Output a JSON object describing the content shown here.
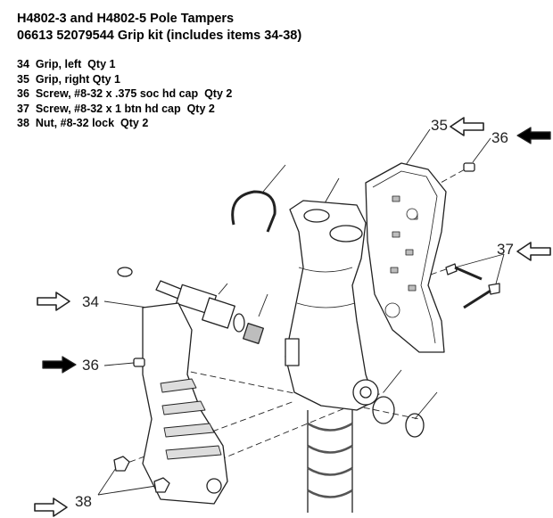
{
  "header": {
    "title": "H4802-3 and H4802-5 Pole Tampers",
    "kit": "06613  52079544 Grip kit (includes items 34-38)"
  },
  "parts": [
    {
      "line": "34  Grip, left  Qty 1"
    },
    {
      "line": "35  Grip, right Qty 1"
    },
    {
      "line": "36  Screw, #8-32 x .375 soc hd cap  Qty 2"
    },
    {
      "line": "37  Screw, #8-32 x 1 btn hd cap  Qty 2"
    },
    {
      "line": "38  Nut, #8-32 lock  Qty 2"
    }
  ],
  "callouts": {
    "c34": "34",
    "c35": "35",
    "c36_right": "36",
    "c36_left": "36",
    "c37": "37",
    "c38": "38"
  },
  "colors": {
    "line": "#222222",
    "fill": "#ffffff",
    "shade": "#bdbdbd"
  }
}
